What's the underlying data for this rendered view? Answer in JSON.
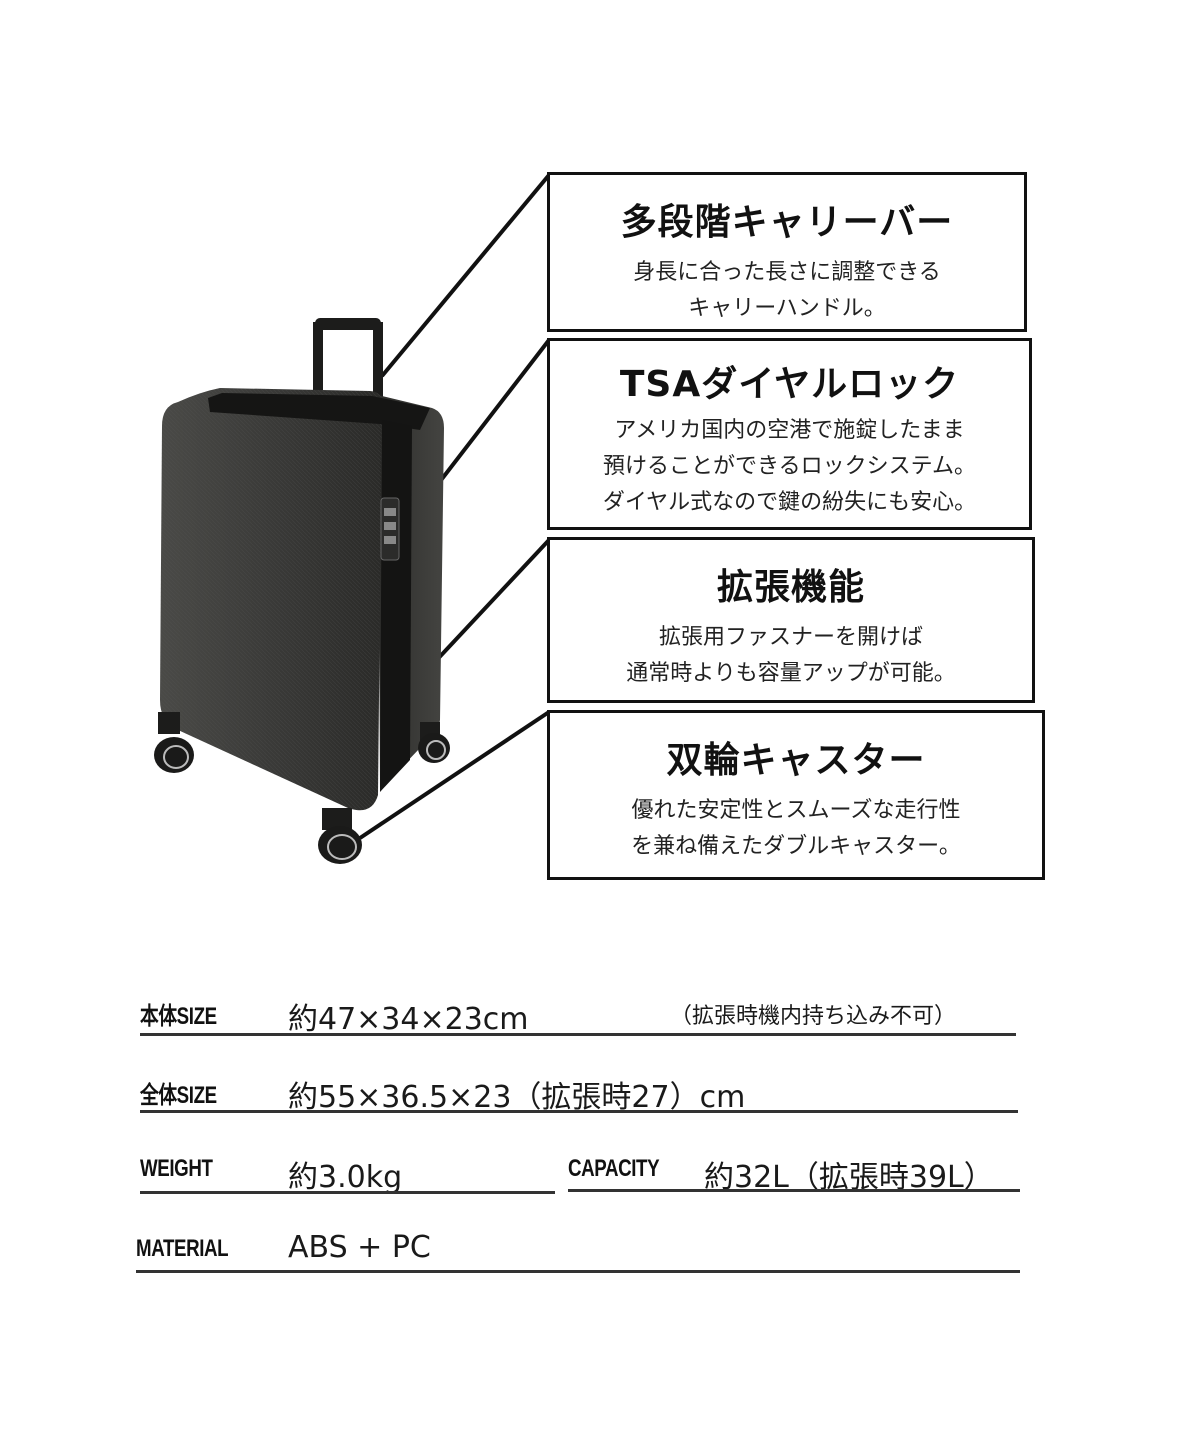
{
  "features": [
    {
      "title": "多段階キャリーバー",
      "desc": "身長に合った長さに調整できる\nキャリーハンドル。"
    },
    {
      "title": "TSAダイヤルロック",
      "desc": "アメリカ国内の空港で施錠したまま\n預けることができるロックシステム。\nダイヤル式なので鍵の紛失にも安心。"
    },
    {
      "title": "拡張機能",
      "desc": "拡張用ファスナーを開けば\n通常時よりも容量アップが可能。"
    },
    {
      "title": "双輪キャスター",
      "desc": "優れた安定性とスムーズな走行性\nを兼ね備えたダブルキャスター。"
    }
  ],
  "specs": {
    "body_size": {
      "label": "本体SIZE",
      "value": "約47×34×23cm",
      "note": "（拡張時機内持ち込み不可）"
    },
    "total_size": {
      "label": "全体SIZE",
      "value": "約55×36.5×23（拡張時27）cm"
    },
    "weight": {
      "label": "WEIGHT",
      "value": "約3.0kg"
    },
    "capacity": {
      "label": "CAPACITY",
      "value": "約32L（拡張時39L）"
    },
    "material": {
      "label": "MATERIAL",
      "value": "ABS + PC"
    }
  },
  "colors": {
    "ink": "#111111",
    "suitcase_body": "#3a3a38",
    "suitcase_dark": "#1c1c1b"
  }
}
